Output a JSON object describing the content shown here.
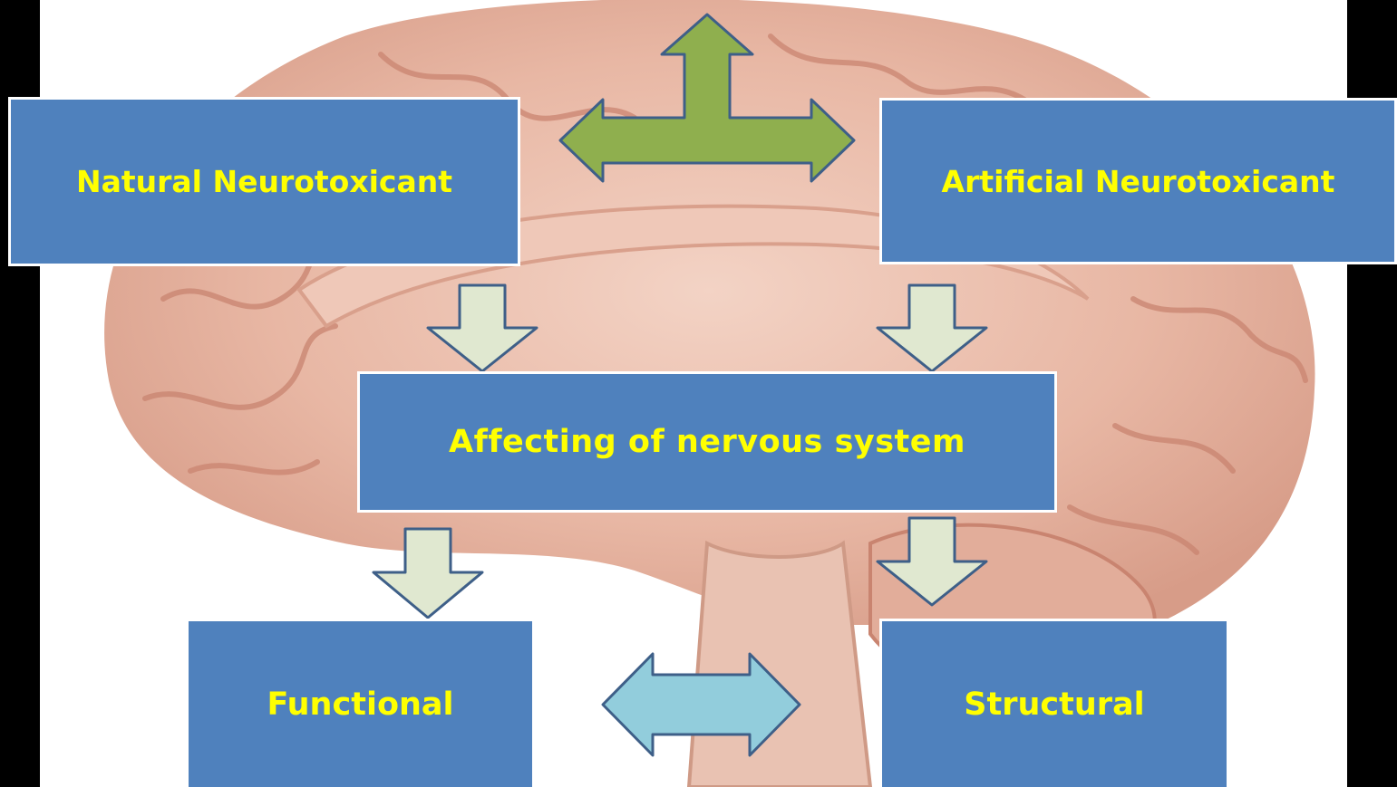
{
  "diagram": {
    "nodes": {
      "natural": "Natural Neurotoxicant",
      "artificial": "Artificial Neurotoxicant",
      "affecting": "Affecting of nervous system",
      "functional": "Functional",
      "structural": "Structural"
    },
    "edges": [
      {
        "from": "natural",
        "to": "artificial",
        "kind": "bidirectional"
      },
      {
        "from": "natural",
        "to": "affecting",
        "kind": "down"
      },
      {
        "from": "artificial",
        "to": "affecting",
        "kind": "down"
      },
      {
        "from": "affecting",
        "to": "functional",
        "kind": "down"
      },
      {
        "from": "affecting",
        "to": "structural",
        "kind": "down"
      },
      {
        "from": "functional",
        "to": "structural",
        "kind": "bidirectional"
      }
    ],
    "colors": {
      "box_fill": "#4f81bd",
      "box_text": "#ffff00",
      "top_arrow": "#8faf4e",
      "down_arrow": "#e0e8d0",
      "bottom_arrow": "#92cddc"
    }
  }
}
